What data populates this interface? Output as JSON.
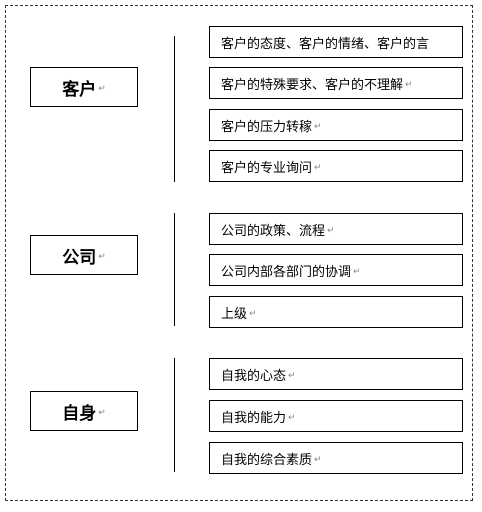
{
  "mark": "↵",
  "groups": [
    {
      "label": "客户",
      "items": [
        "客户的态度、客户的情绪、客户的言",
        "客户的特殊要求、客户的不理解",
        "客户的压力转稼",
        "客户的专业询问"
      ]
    },
    {
      "label": "公司",
      "items": [
        "公司的政策、流程",
        "公司内部各部门的协调",
        "上级"
      ]
    },
    {
      "label": "自身",
      "items": [
        "自我的心态",
        "自我的能力",
        "自我的综合素质"
      ]
    }
  ]
}
